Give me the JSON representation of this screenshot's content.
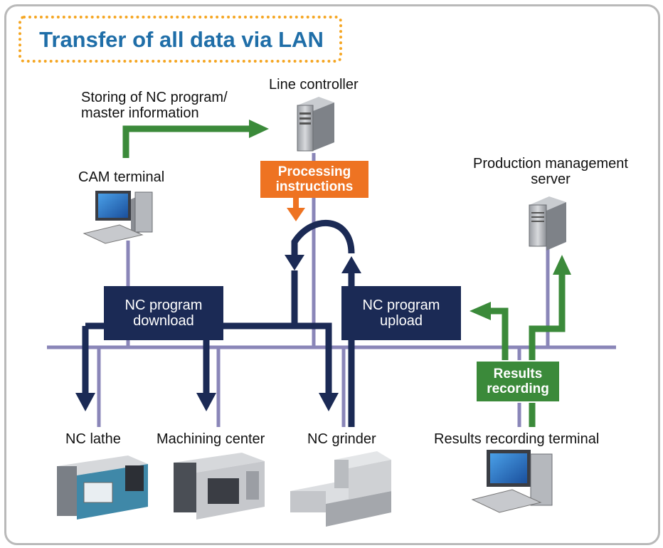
{
  "title": "Transfer of all data via LAN",
  "labels": {
    "storing": [
      "Storing of NC program/",
      "master information"
    ],
    "line_controller": "Line controller",
    "cam_terminal": "CAM terminal",
    "production_server": [
      "Production management",
      "server"
    ],
    "processing": [
      "Processing",
      "instructions"
    ],
    "nc_download": [
      "NC program",
      "download"
    ],
    "nc_upload": [
      "NC program",
      "upload"
    ],
    "results_recording": [
      "Results",
      "recording"
    ],
    "nc_lathe": "NC lathe",
    "machining_center": "Machining center",
    "nc_grinder": "NC grinder",
    "results_terminal": "Results recording terminal"
  },
  "colors": {
    "title": "#1f6ea8",
    "dotted_border": "#f5a623",
    "navy": "#1b2a55",
    "lan_line": "#8a86b8",
    "orange": "#ee7322",
    "green": "#3b8a3a"
  },
  "icons": [
    "server-icon",
    "computer-icon",
    "lathe-icon",
    "machining-center-icon",
    "grinder-icon"
  ]
}
